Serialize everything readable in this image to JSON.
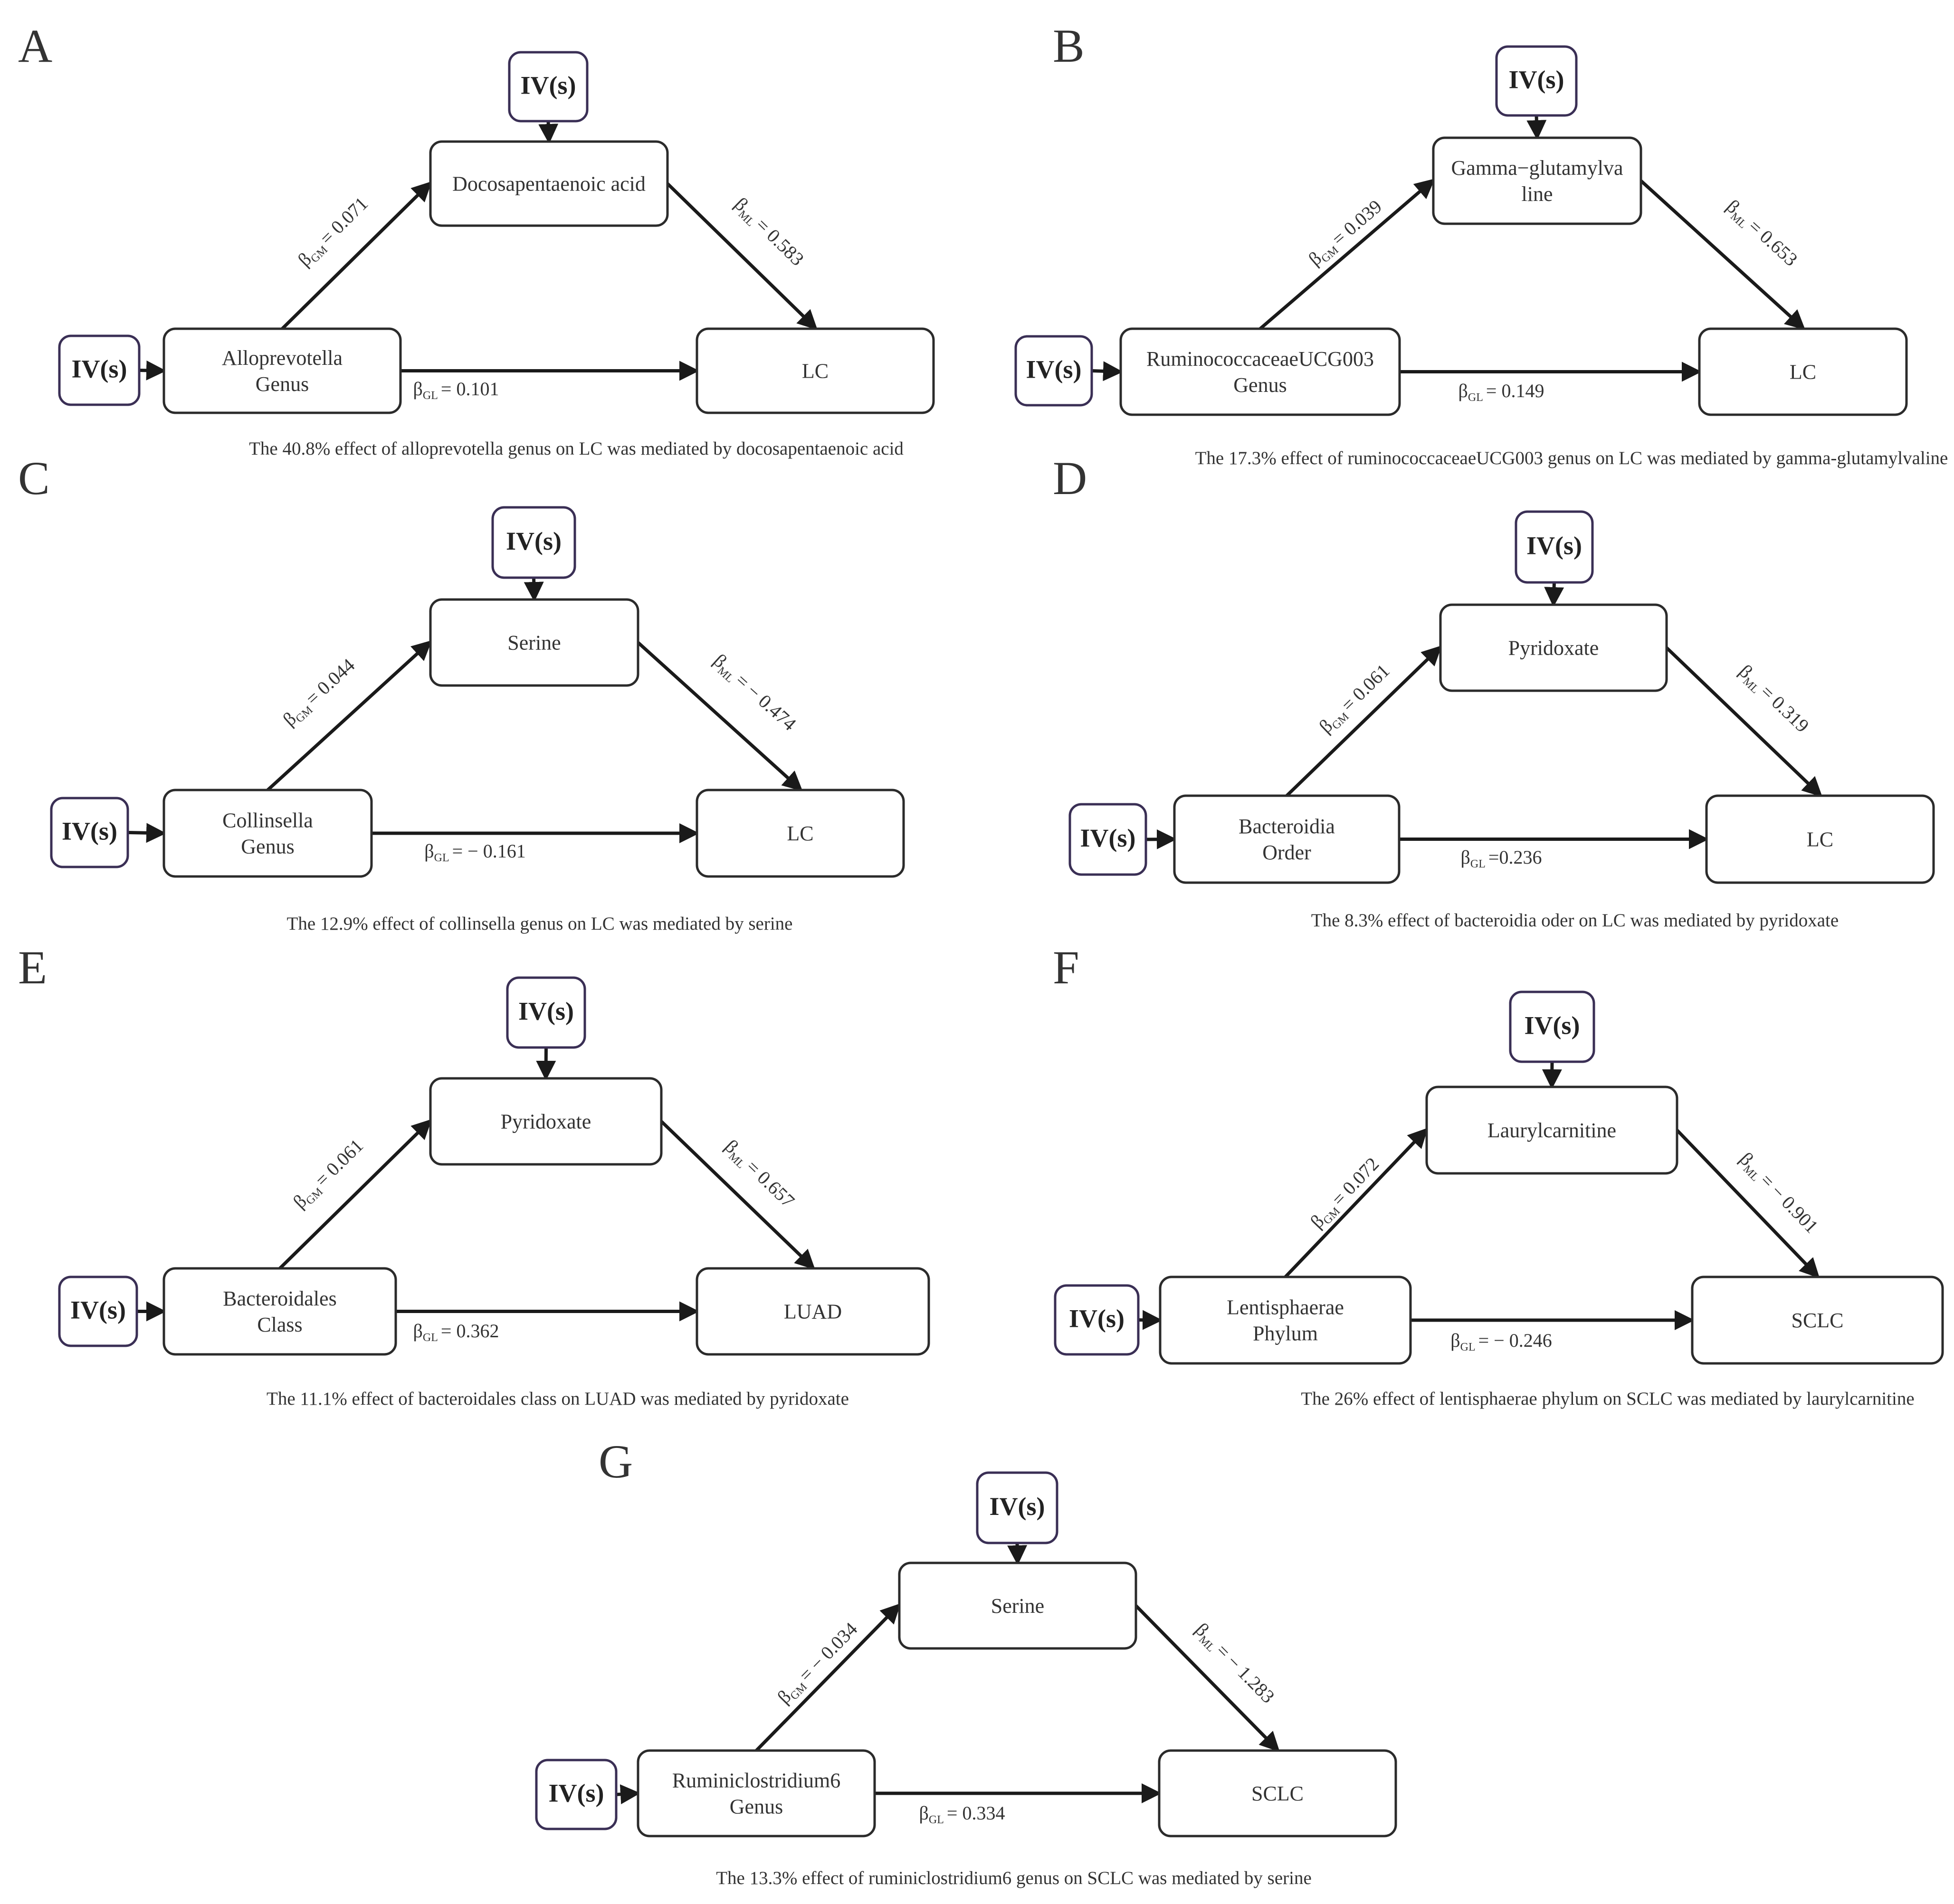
{
  "panels": [
    {
      "letter": "A",
      "iv_label": "IV(s)",
      "exposure": [
        "Alloprevotella",
        "Genus"
      ],
      "mediator": [
        "Docosapentaenoic acid"
      ],
      "outcome": [
        "LC"
      ],
      "beta_gm": "= 0.071",
      "beta_ml": "= 0.583",
      "beta_gl": "= 0.101",
      "caption": "The 40.8% effect of alloprevotella genus on LC was mediated by docosapentaenoic acid"
    },
    {
      "letter": "B",
      "iv_label": "IV(s)",
      "exposure": [
        "RuminococcaceaeUCG003",
        "Genus"
      ],
      "mediator": [
        "Gamma−glutamylva",
        "line"
      ],
      "outcome": [
        "LC"
      ],
      "beta_gm": "= 0.039",
      "beta_ml": "= 0.653",
      "beta_gl": "= 0.149",
      "caption": "The 17.3% effect of ruminococcaceaeUCG003 genus on LC was mediated by gamma-glutamylvaline"
    },
    {
      "letter": "C",
      "iv_label": "IV(s)",
      "exposure": [
        "Collinsella",
        "Genus"
      ],
      "mediator": [
        "Serine"
      ],
      "outcome": [
        "LC"
      ],
      "beta_gm": "= 0.044",
      "beta_ml": "= − 0.474",
      "beta_gl": "= − 0.161",
      "caption": "The 12.9% effect of  collinsella genus on LC was mediated by serine"
    },
    {
      "letter": "D",
      "iv_label": "IV(s)",
      "exposure": [
        "Bacteroidia",
        "Order"
      ],
      "mediator": [
        "Pyridoxate"
      ],
      "outcome": [
        "LC"
      ],
      "beta_gm": "= 0.061",
      "beta_ml": "= 0.319",
      "beta_gl": "=0.236",
      "caption": "The 8.3% effect of  bacteroidia oder on LC was mediated by pyridoxate"
    },
    {
      "letter": "E",
      "iv_label": "IV(s)",
      "exposure": [
        "Bacteroidales",
        "Class"
      ],
      "mediator": [
        "Pyridoxate"
      ],
      "outcome": [
        "LUAD"
      ],
      "beta_gm": "= 0.061",
      "beta_ml": "= 0.657",
      "beta_gl": "= 0.362",
      "caption": "The 11.1% effect of bacteroidales class on LUAD was mediated by pyridoxate"
    },
    {
      "letter": "F",
      "iv_label": "IV(s)",
      "exposure": [
        "Lentisphaerae",
        "Phylum"
      ],
      "mediator": [
        "Laurylcarnitine"
      ],
      "outcome": [
        "SCLC"
      ],
      "beta_gm": "= 0.072",
      "beta_ml": "= − 0.901",
      "beta_gl": "= − 0.246",
      "caption": "The 26% effect of lentisphaerae phylum on SCLC  was mediated by laurylcarnitine"
    },
    {
      "letter": "G",
      "iv_label": "IV(s)",
      "exposure": [
        "Ruminiclostridium6",
        "Genus"
      ],
      "mediator": [
        "Serine"
      ],
      "outcome": [
        "SCLC"
      ],
      "beta_gm": "= − 0.034",
      "beta_ml": "= − 1.283",
      "beta_gl": "= 0.334",
      "caption": "The 13.3% effect of ruminiclostridium6 genus on SCLC  was mediated by serine"
    }
  ],
  "beta": {
    "symbol": "β",
    "gm_subscript": "GM",
    "ml_subscript": "ML",
    "gl_subscript": "GL"
  },
  "colors": {
    "box_stroke": "#2b2b2b",
    "iv_stroke": "#3a2f55",
    "edge": "#1a1a1a",
    "text": "#333333"
  }
}
